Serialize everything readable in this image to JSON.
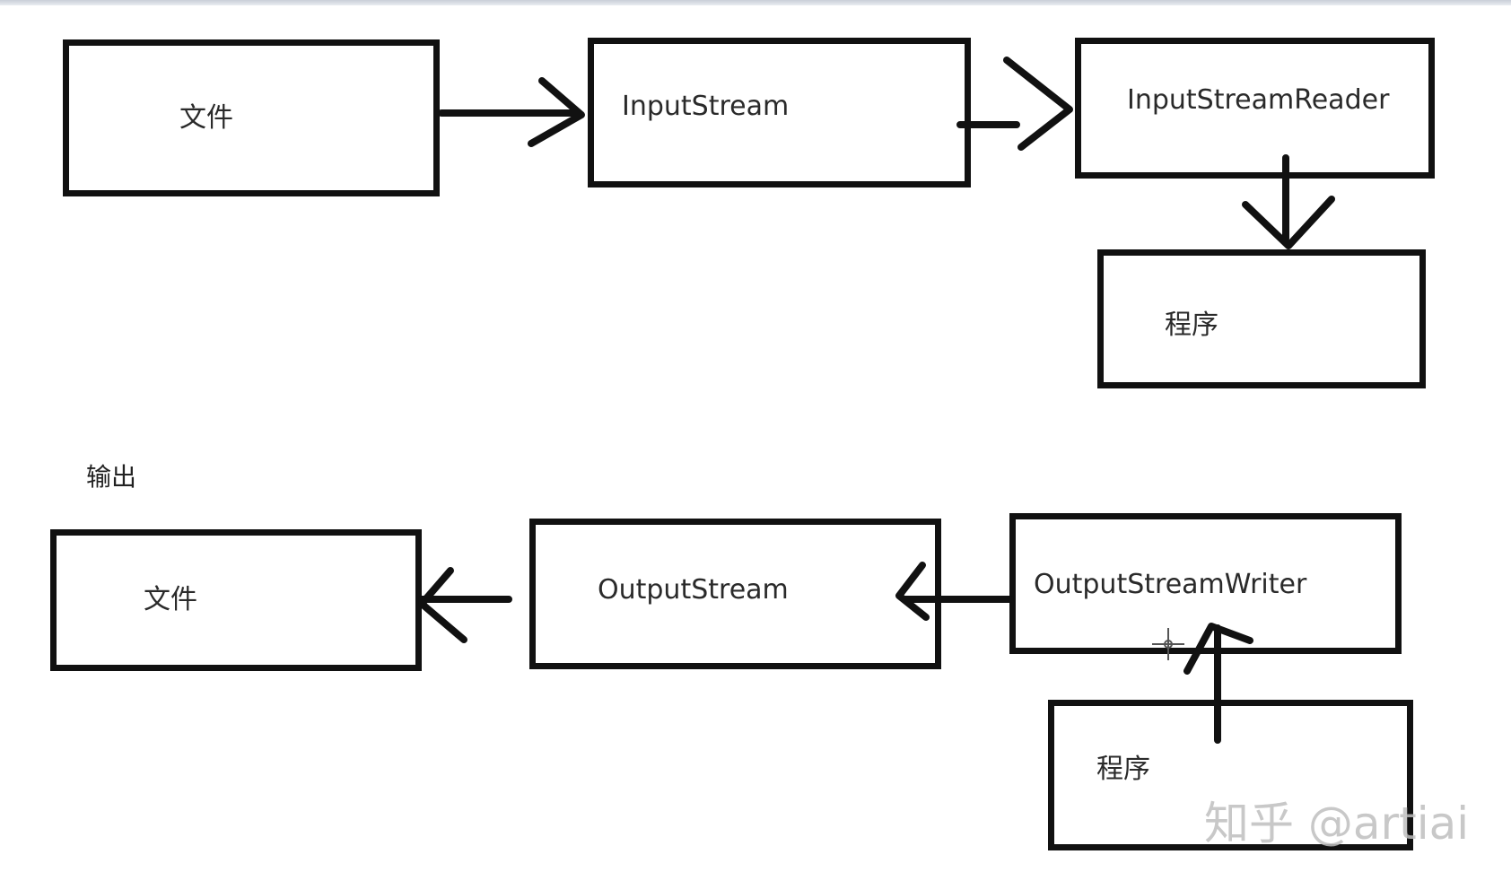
{
  "input_flow": {
    "file_label": "文件",
    "inputstream_label": "InputStream",
    "reader_label": "InputStreamReader",
    "program_label": "程序"
  },
  "output_flow": {
    "section_label": "输出",
    "file_label": "文件",
    "outputstream_label": "OutputStream",
    "writer_label": "OutputStreamWriter",
    "program_label": "程序"
  },
  "watermark": "知乎 @artiai"
}
